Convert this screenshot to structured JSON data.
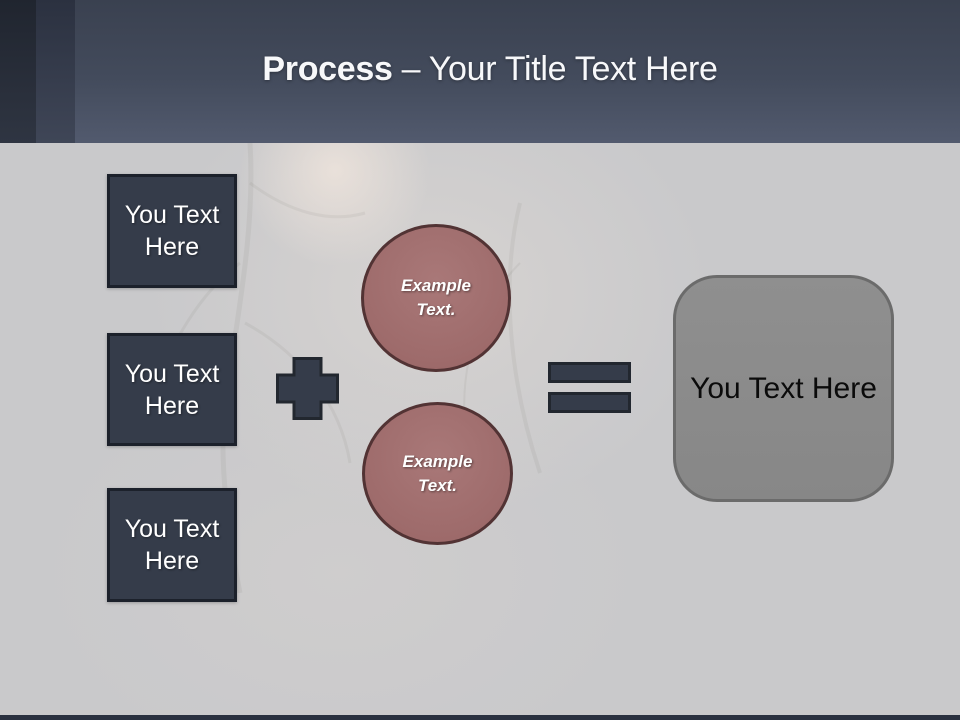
{
  "slide": {
    "header": {
      "title_bold": "Process",
      "title_regular": "– Your Title Text Here"
    },
    "process_boxes": [
      {
        "label": "You Text Here"
      },
      {
        "label": "You Text Here"
      },
      {
        "label": "You Text Here"
      }
    ],
    "operators": {
      "plus": "plus-icon",
      "equals": "equals-icon"
    },
    "example_circles": [
      {
        "label": "Example Text."
      },
      {
        "label": "Example Text."
      }
    ],
    "result_box": {
      "label": "You Text Here"
    },
    "colors": {
      "header_top": "#3A4150",
      "header_bottom": "#525A6E",
      "accent_band_dark": "#20252F",
      "accent_band_mid": "#2B3140",
      "box_fill": "#353C4A",
      "box_border": "#1C212B",
      "circle_fill": "#9E6B6B",
      "circle_border": "#523334",
      "result_fill": "#8B8B8B",
      "result_border": "#6B6B6B",
      "body_background": "#C9C9CB",
      "bottom_bar": "#2A3140",
      "title_text": "#F7F8FA"
    }
  }
}
